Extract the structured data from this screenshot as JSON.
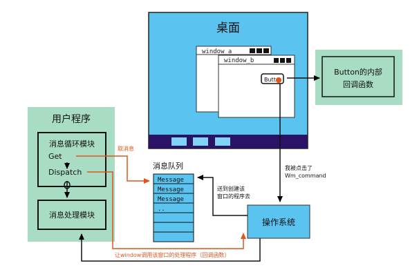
{
  "desktop": {
    "title": "桌面",
    "window_a": {
      "title": "window_a"
    },
    "window_b": {
      "title": "window_b",
      "button_label": "Butto"
    }
  },
  "button_callback": {
    "line1": "Button的内部",
    "line2": "回调函数"
  },
  "user_program": {
    "title": "用户程序",
    "message_loop": {
      "title": "消息循环模块",
      "get": "Get",
      "dispatch": "Dispatch"
    },
    "message_handler": {
      "title": "消息处理模块"
    }
  },
  "message_queue": {
    "title": "消息队列",
    "rows": [
      "Message",
      "Message",
      "Message",
      "..",
      "",
      "",
      ""
    ]
  },
  "os": {
    "title": "操作系统"
  },
  "annotations": {
    "fetch": "取消息",
    "clicked_line1": "我被点击了",
    "clicked_line2": "Wm_command",
    "send_line1": "送到创建该",
    "send_line2": "窗口的程序去",
    "callback": "让window调用该窗口的处理程序（回调函数）"
  },
  "colors": {
    "desktop_fill": "#5bc3ef",
    "taskbar": "#2a1266",
    "taskbar_button": "#7fd3f3",
    "callback_fill": "#a8dcc3",
    "user_fill": "#a8dcc3",
    "queue_fill": "#5bc3ef",
    "os_fill": "#5bc3ef",
    "orange": "#e0541c"
  }
}
